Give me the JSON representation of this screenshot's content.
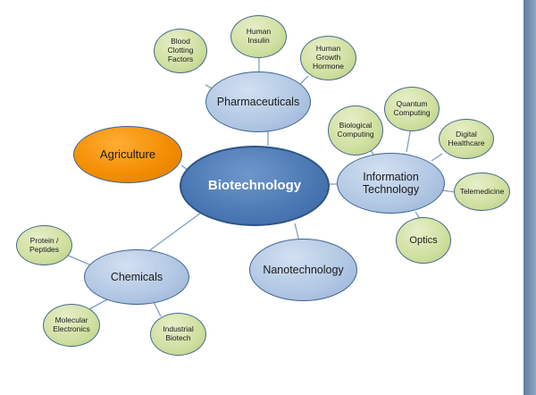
{
  "diagram": {
    "center": "Biotechnology",
    "nodes": {
      "pharmaceuticals": "Pharmaceuticals",
      "agriculture": "Agriculture",
      "information_technology": "Information\nTechnology",
      "chemicals": "Chemicals",
      "nanotechnology": "Nanotechnology",
      "blood_clotting_factors": "Blood\nClotting\nFactors",
      "human_insulin": "Human\nInsulin",
      "human_growth_hormone": "Human\nGrowth\nHormone",
      "biological_computing": "Biological\nComputing",
      "quantum_computing": "Quantum\nComputing",
      "digital_healthcare": "Digital\nHealthcare",
      "telemedicine": "Telemedicine",
      "optics": "Optics",
      "protein_peptides": "Protein /\nPeptides",
      "molecular_electronics": "Molecular\nElectronics",
      "industrial_biotech": "Industrial\nBiotech"
    },
    "colors": {
      "center_fill": "#4a77b2",
      "branch_fill": "#b0c6e3",
      "leaf_fill": "#cfdf9f",
      "highlight_fill": "#f28c00",
      "outline": "#3d6591",
      "connector": "#7f9fc2"
    }
  }
}
